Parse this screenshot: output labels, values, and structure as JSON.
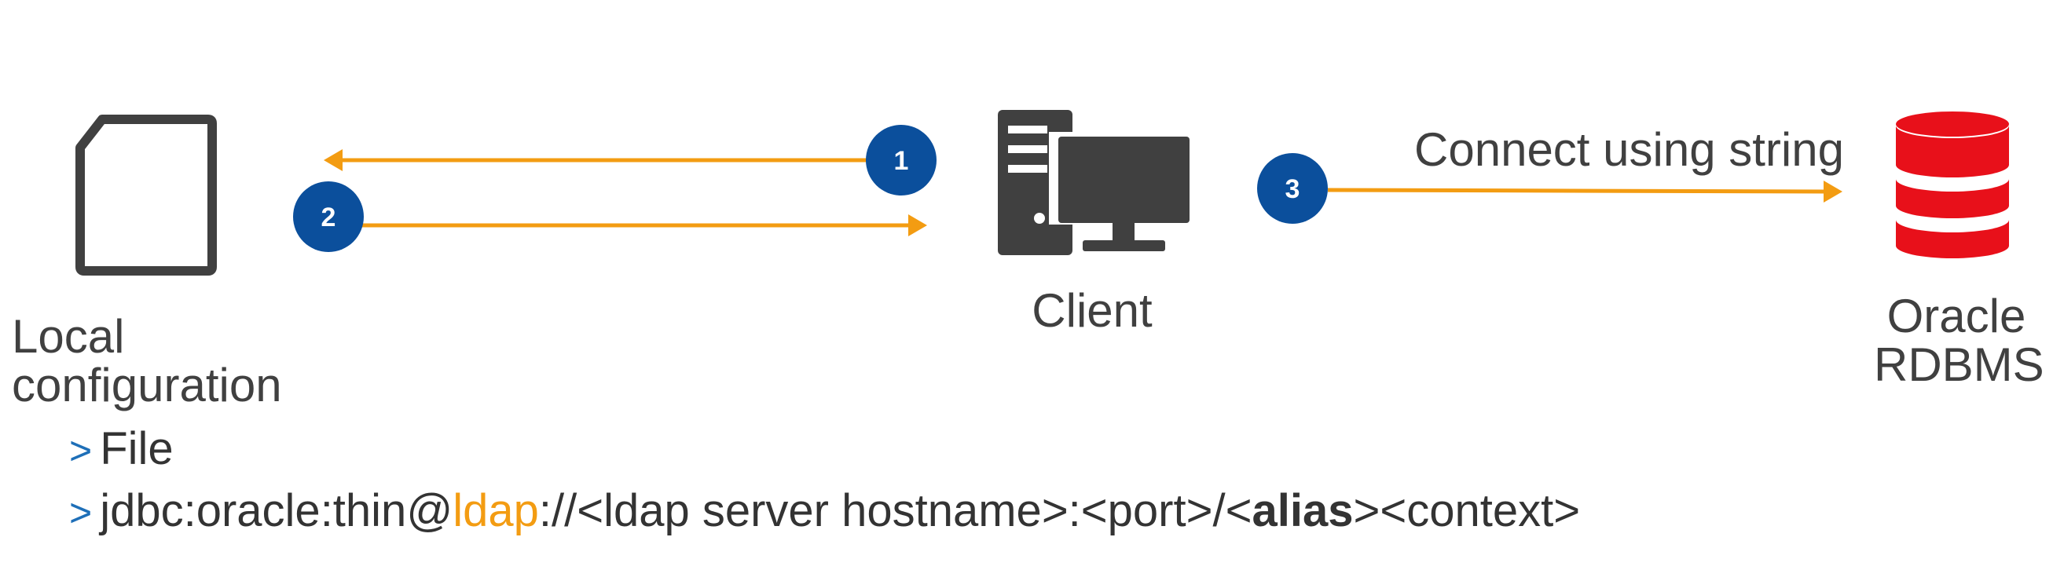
{
  "diagram": {
    "steps": [
      "1",
      "2",
      "3"
    ],
    "arrow_label": "Connect using string",
    "nodes": {
      "local_config_line1": "Local",
      "local_config_line2": "configuration",
      "client": "Client",
      "oracle_line1": "Oracle",
      "oracle_line2": "RDBMS"
    },
    "bullets": {
      "marker": ">",
      "file": "File",
      "jdbc_prefix": "jdbc:oracle:thin@",
      "jdbc_ldap": "ldap",
      "jdbc_middle": "://<ldap server hostname>:<port>/<",
      "jdbc_alias": "alias",
      "jdbc_suffix": "><context>"
    },
    "colors": {
      "arrow": "#f39c12",
      "badge": "#0b4f9c",
      "icon_gray": "#404040",
      "database_red": "#e8101a",
      "bullet_marker": "#1e6fb8"
    }
  }
}
